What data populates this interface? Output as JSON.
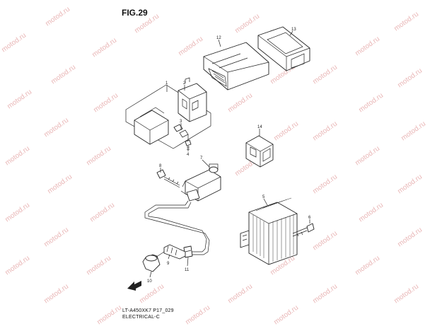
{
  "figure": {
    "title": "FIG.29",
    "code": "LT-A450XK7 P17_029",
    "section": "ELECTRICAL-C"
  },
  "watermark": "motod.ru",
  "parts": [
    {
      "num": "1"
    },
    {
      "num": "2"
    },
    {
      "num": "3"
    },
    {
      "num": "4"
    },
    {
      "num": "5"
    },
    {
      "num": "6"
    },
    {
      "num": "7"
    },
    {
      "num": "8"
    },
    {
      "num": "9"
    },
    {
      "num": "10"
    },
    {
      "num": "11"
    },
    {
      "num": "12"
    },
    {
      "num": "13"
    },
    {
      "num": "14"
    }
  ],
  "colors": {
    "line": "#222222",
    "watermark": "#e9b6b6"
  }
}
